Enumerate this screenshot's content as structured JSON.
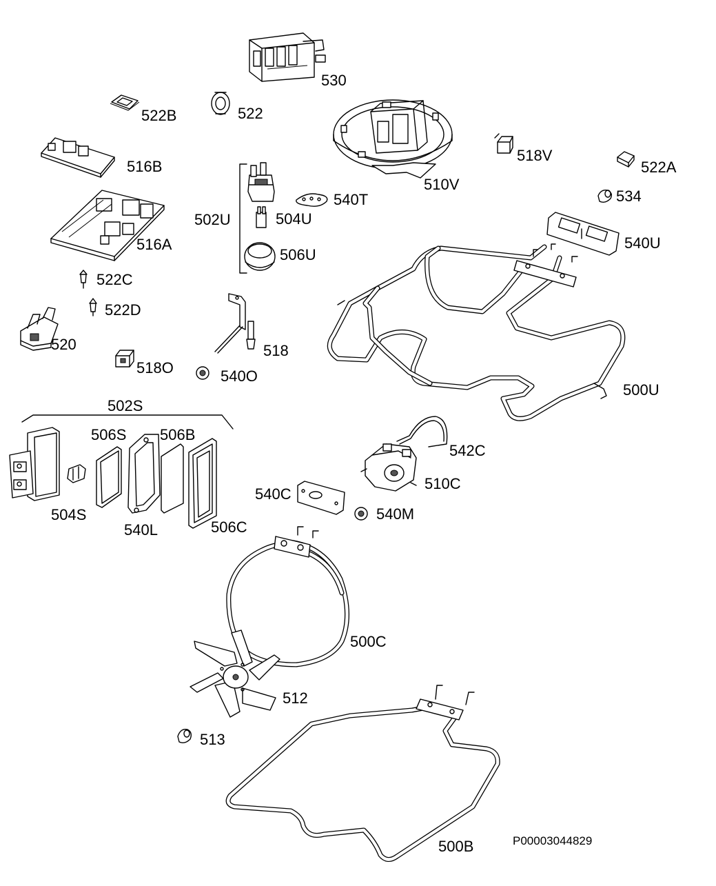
{
  "diagram": {
    "drawing_code": "P00003044829",
    "parts": {
      "p530": "530",
      "p522B": "522B",
      "p522": "522",
      "p516B": "516B",
      "p510V": "510V",
      "p518V": "518V",
      "p522A": "522A",
      "p540T": "540T",
      "p534": "534",
      "p502U": "502U",
      "p504U": "504U",
      "p516A": "516A",
      "p506U": "506U",
      "p540U": "540U",
      "p522C": "522C",
      "p522D": "522D",
      "p520": "520",
      "p518": "518",
      "p518O": "518O",
      "p540O": "540O",
      "p500U": "500U",
      "p502S": "502S",
      "p506S": "506S",
      "p506B": "506B",
      "p542C": "542C",
      "p510C": "510C",
      "p540C": "540C",
      "p540M": "540M",
      "p504S": "504S",
      "p540L": "540L",
      "p506C": "506C",
      "p500C": "500C",
      "p512": "512",
      "p513": "513",
      "p500B": "500B"
    }
  }
}
